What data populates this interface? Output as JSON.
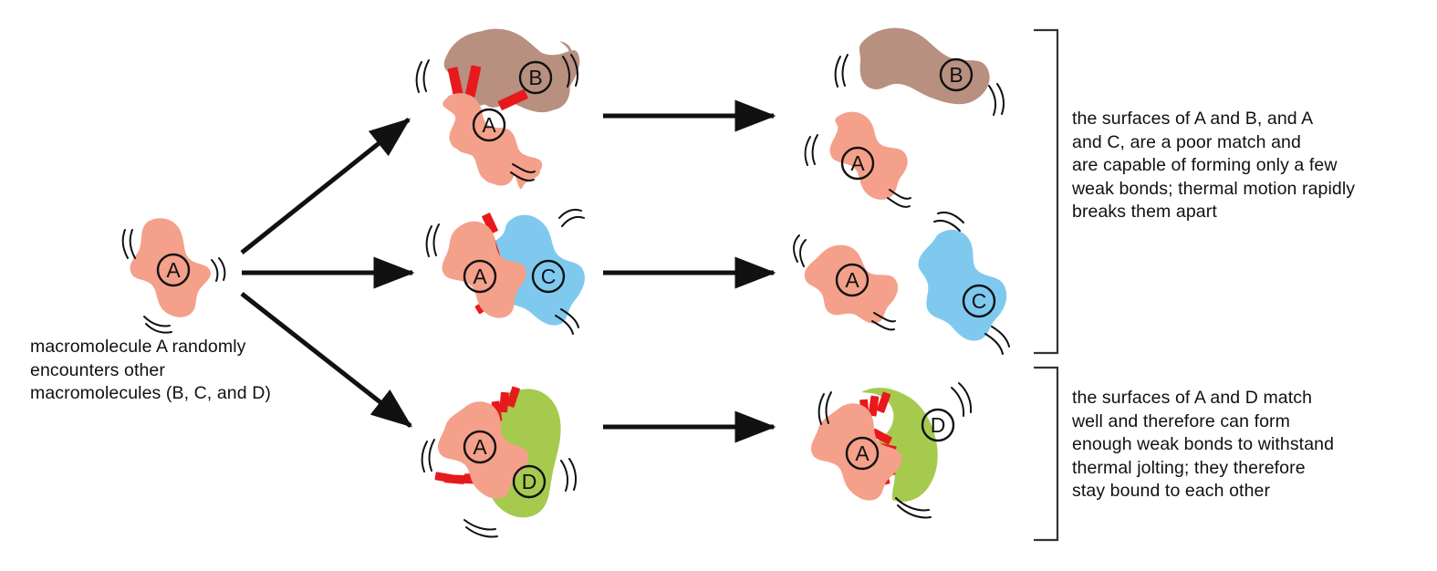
{
  "figure": {
    "title": "Macromolecule binding specificity diagram",
    "background": "#ffffff"
  },
  "colors": {
    "molecule_a": "#f4a08a",
    "molecule_b": "#b89080",
    "molecule_c": "#7fc9ef",
    "molecule_d": "#a5ca4e",
    "bond": "#e8191c",
    "outline": "#111111",
    "text": "#111111",
    "bracket": "#333333"
  },
  "captions": {
    "left": "macromolecule A randomly\nencounters other\nmacromolecules (B, C, and D)",
    "top_right": "the surfaces of A and B, and A\nand C, are a poor match and\nare capable of forming only a few\nweak bonds; thermal motion rapidly\nbreaks them apart",
    "bottom_right": "the surfaces of A and D match\nwell and therefore can form\nenough weak bonds to withstand\nthermal jolting; they therefore\nstay bound to each other"
  },
  "molecule_labels": {
    "a": "A",
    "b": "B",
    "c": "C",
    "d": "D"
  },
  "panels": [
    {
      "id": "start",
      "name": "free-macromolecule-a",
      "molecules": [
        "A"
      ],
      "bonds": 0
    },
    {
      "id": "ab-complex",
      "name": "a-b-weak-complex",
      "molecules": [
        "A",
        "B"
      ],
      "bonds": 3,
      "bond_quality": "poor match"
    },
    {
      "id": "ab-dissociated",
      "name": "a-b-dissociated",
      "molecules": [
        "A",
        "B"
      ],
      "bonds": 0
    },
    {
      "id": "ac-complex",
      "name": "a-c-weak-complex",
      "molecules": [
        "A",
        "C"
      ],
      "bonds": 4,
      "bond_quality": "poor match"
    },
    {
      "id": "ac-dissociated",
      "name": "a-c-dissociated",
      "molecules": [
        "A",
        "C"
      ],
      "bonds": 0
    },
    {
      "id": "ad-complex",
      "name": "a-d-strong-complex",
      "molecules": [
        "A",
        "D"
      ],
      "bonds": 14,
      "bond_quality": "good match"
    },
    {
      "id": "ad-bound",
      "name": "a-d-bound-stable",
      "molecules": [
        "A",
        "D"
      ],
      "bonds": 14,
      "bond_quality": "good match"
    }
  ],
  "arrows": [
    {
      "name": "arrow-a-to-ab",
      "direction": "up-right"
    },
    {
      "name": "arrow-a-to-ac",
      "direction": "right"
    },
    {
      "name": "arrow-a-to-ad",
      "direction": "down-right"
    },
    {
      "name": "arrow-ab-dissociate",
      "direction": "right"
    },
    {
      "name": "arrow-ac-dissociate",
      "direction": "right"
    },
    {
      "name": "arrow-ad-stable",
      "direction": "right"
    }
  ],
  "brackets": [
    {
      "name": "bracket-top",
      "groups": "AB and AC outcomes"
    },
    {
      "name": "bracket-bottom",
      "groups": "AD outcome"
    }
  ]
}
